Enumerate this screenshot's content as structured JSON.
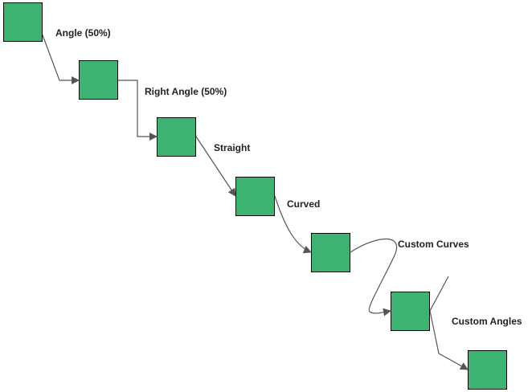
{
  "colors": {
    "node_fill": "#3cb371",
    "node_stroke": "#000000",
    "connector": "#555555",
    "text": "#222222"
  },
  "nodes": [
    {
      "id": "node-1"
    },
    {
      "id": "node-2"
    },
    {
      "id": "node-3"
    },
    {
      "id": "node-4"
    },
    {
      "id": "node-5"
    },
    {
      "id": "node-6"
    },
    {
      "id": "node-7"
    }
  ],
  "connectors": [
    {
      "from": "node-1",
      "to": "node-2",
      "style": "angle",
      "label": "Angle (50%)"
    },
    {
      "from": "node-2",
      "to": "node-3",
      "style": "right-angle",
      "label": "Right Angle (50%)"
    },
    {
      "from": "node-3",
      "to": "node-4",
      "style": "straight",
      "label": "Straight"
    },
    {
      "from": "node-4",
      "to": "node-5",
      "style": "curved",
      "label": "Curved"
    },
    {
      "from": "node-5",
      "to": "node-6",
      "style": "custom-curves",
      "label": "Custom Curves"
    },
    {
      "from": "node-6",
      "to": "node-7",
      "style": "custom-angles",
      "label": "Custom Angles"
    }
  ]
}
